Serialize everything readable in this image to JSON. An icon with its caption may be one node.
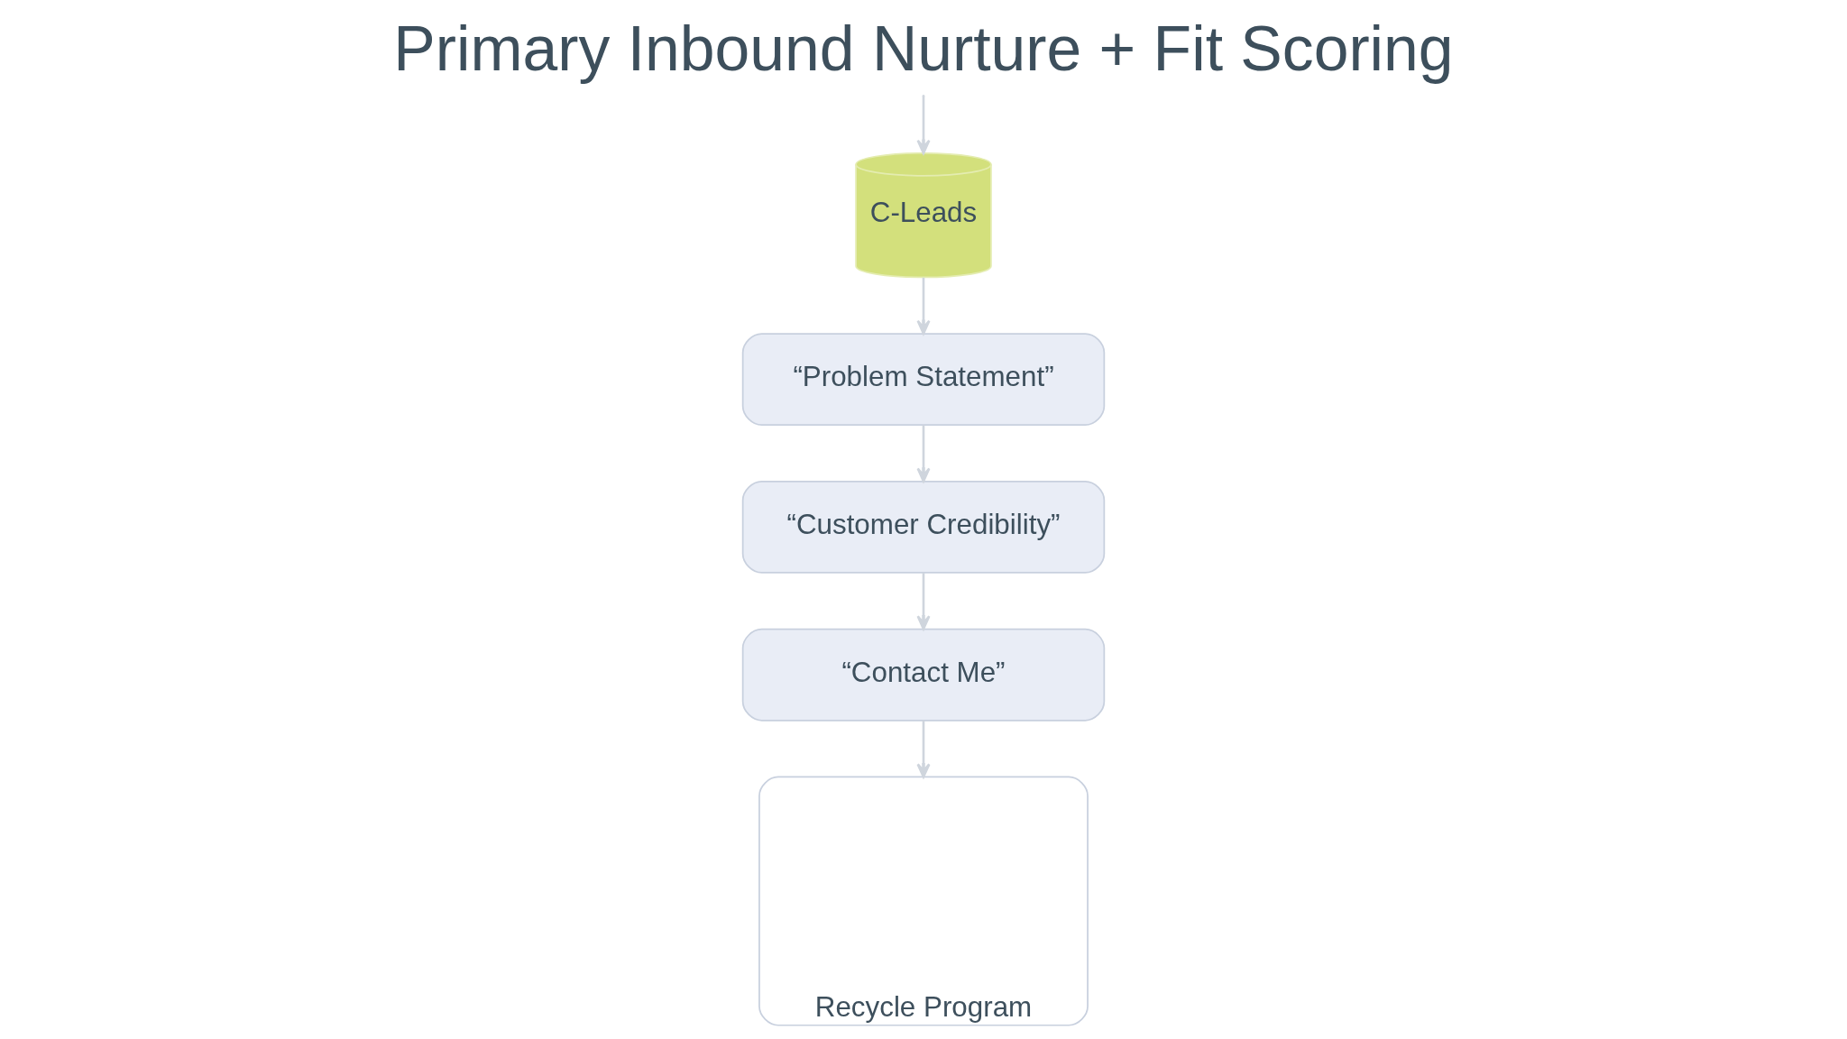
{
  "diagram": {
    "title": "Primary Inbound Nurture + Fit Scoring",
    "nodes": [
      {
        "text": [
          "C-Leads"
        ]
      },
      {
        "text": [
          "“Problem Statement”"
        ]
      },
      {
        "text": [
          "“Customer Credibility”"
        ]
      },
      {
        "text": [
          "“Contact Me”"
        ]
      },
      {
        "text": [
          "Recycle Program"
        ]
      }
    ],
    "edges": [
      {
        "from": null,
        "to": 0,
        "arrow": "to"
      },
      {
        "from": 0,
        "to": 1,
        "arrow": "to"
      },
      {
        "from": 1,
        "to": 2,
        "arrow": "to"
      },
      {
        "from": 2,
        "to": 3,
        "arrow": "to"
      },
      {
        "from": 3,
        "to": 4,
        "arrow": "to"
      }
    ]
  }
}
